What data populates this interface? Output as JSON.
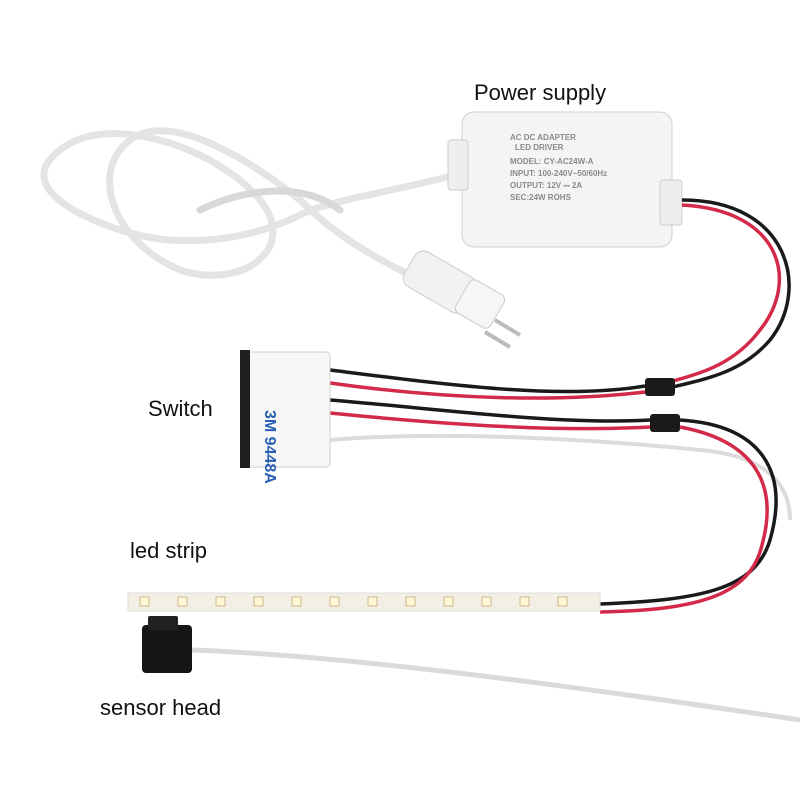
{
  "labels": {
    "power_supply": "Power supply",
    "switch": "Switch",
    "led_strip": "led strip",
    "sensor_head": "sensor head"
  },
  "adapter_label": {
    "line1": "AC DC ADAPTER",
    "line2": "LED DRIVER",
    "model": "MODEL: CY-AC24W-A",
    "input": "INPUT: 100-240V~50/60Hz",
    "output": "OUTPUT: 12V ⎓ 2A",
    "sec": "SEC:24W    ROHS"
  },
  "switch_tape_text": "3M 9448A",
  "colors": {
    "red_wire": "#d42a4a",
    "black_wire": "#1a1a1a",
    "cable": "#e6e6e6"
  }
}
